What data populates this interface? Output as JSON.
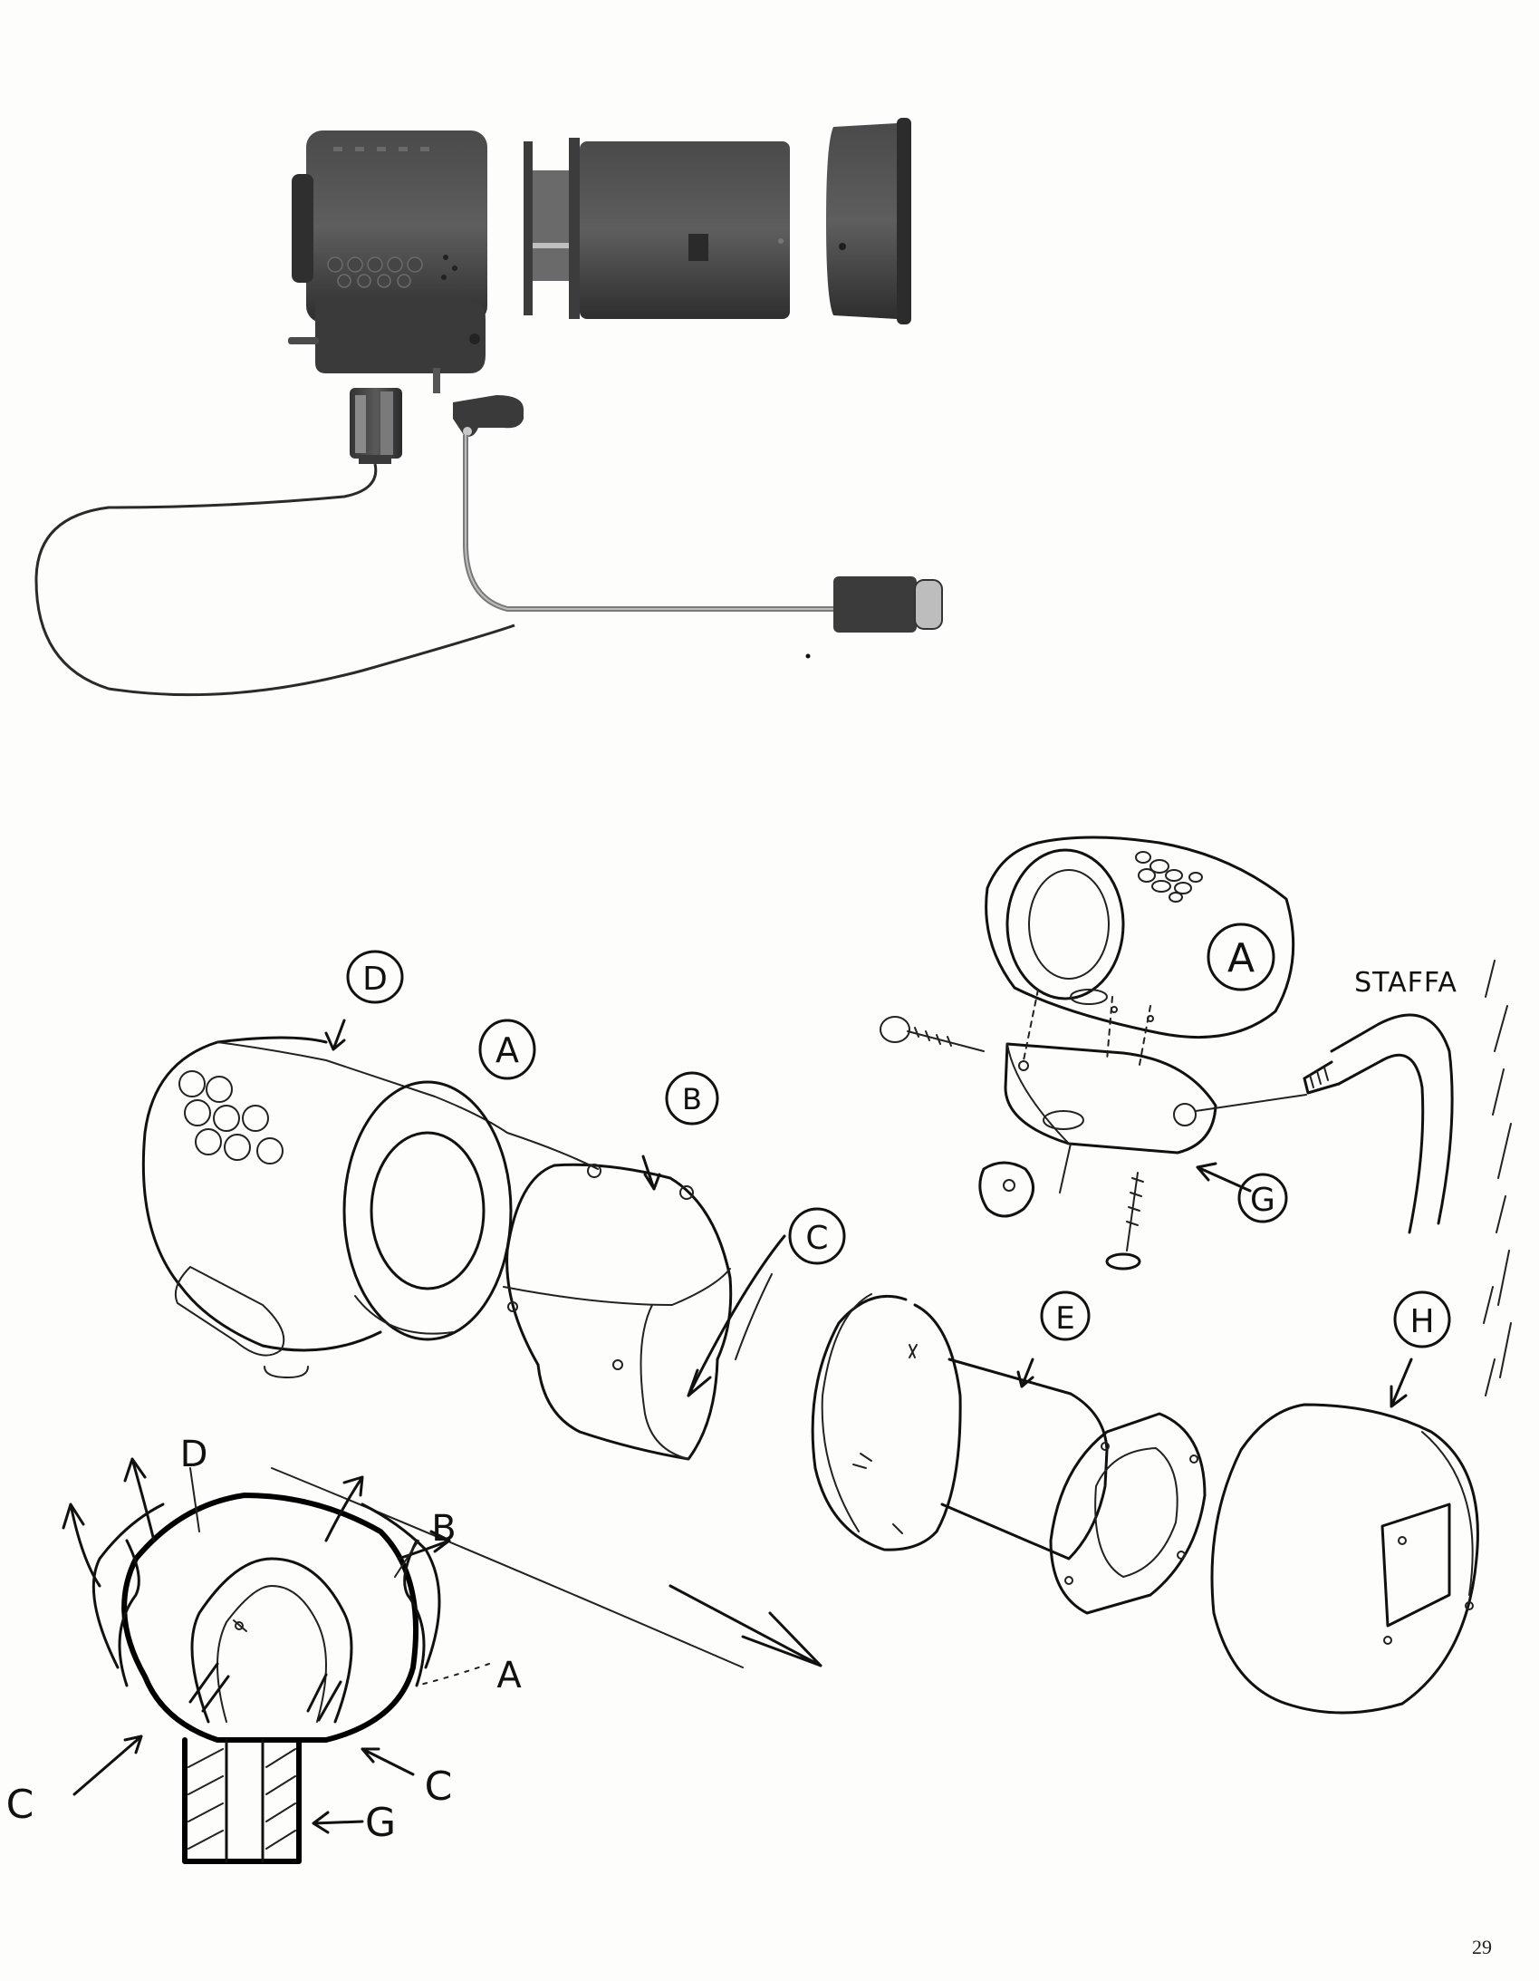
{
  "page_number": "29",
  "sketch_labels": {
    "d": "D",
    "a": "A",
    "b": "B",
    "c": "C",
    "e": "E",
    "g": "G",
    "h": "H",
    "staffa": "STAFFA"
  },
  "section_labels": {
    "d": "D",
    "b": "B",
    "a": "A",
    "c_left": "C",
    "c_right": "C",
    "g": "G"
  },
  "colors": {
    "paper": "#fdfdfc",
    "ink": "#111111",
    "product_dark": "#3a3a3a",
    "product_mid": "#555555"
  }
}
